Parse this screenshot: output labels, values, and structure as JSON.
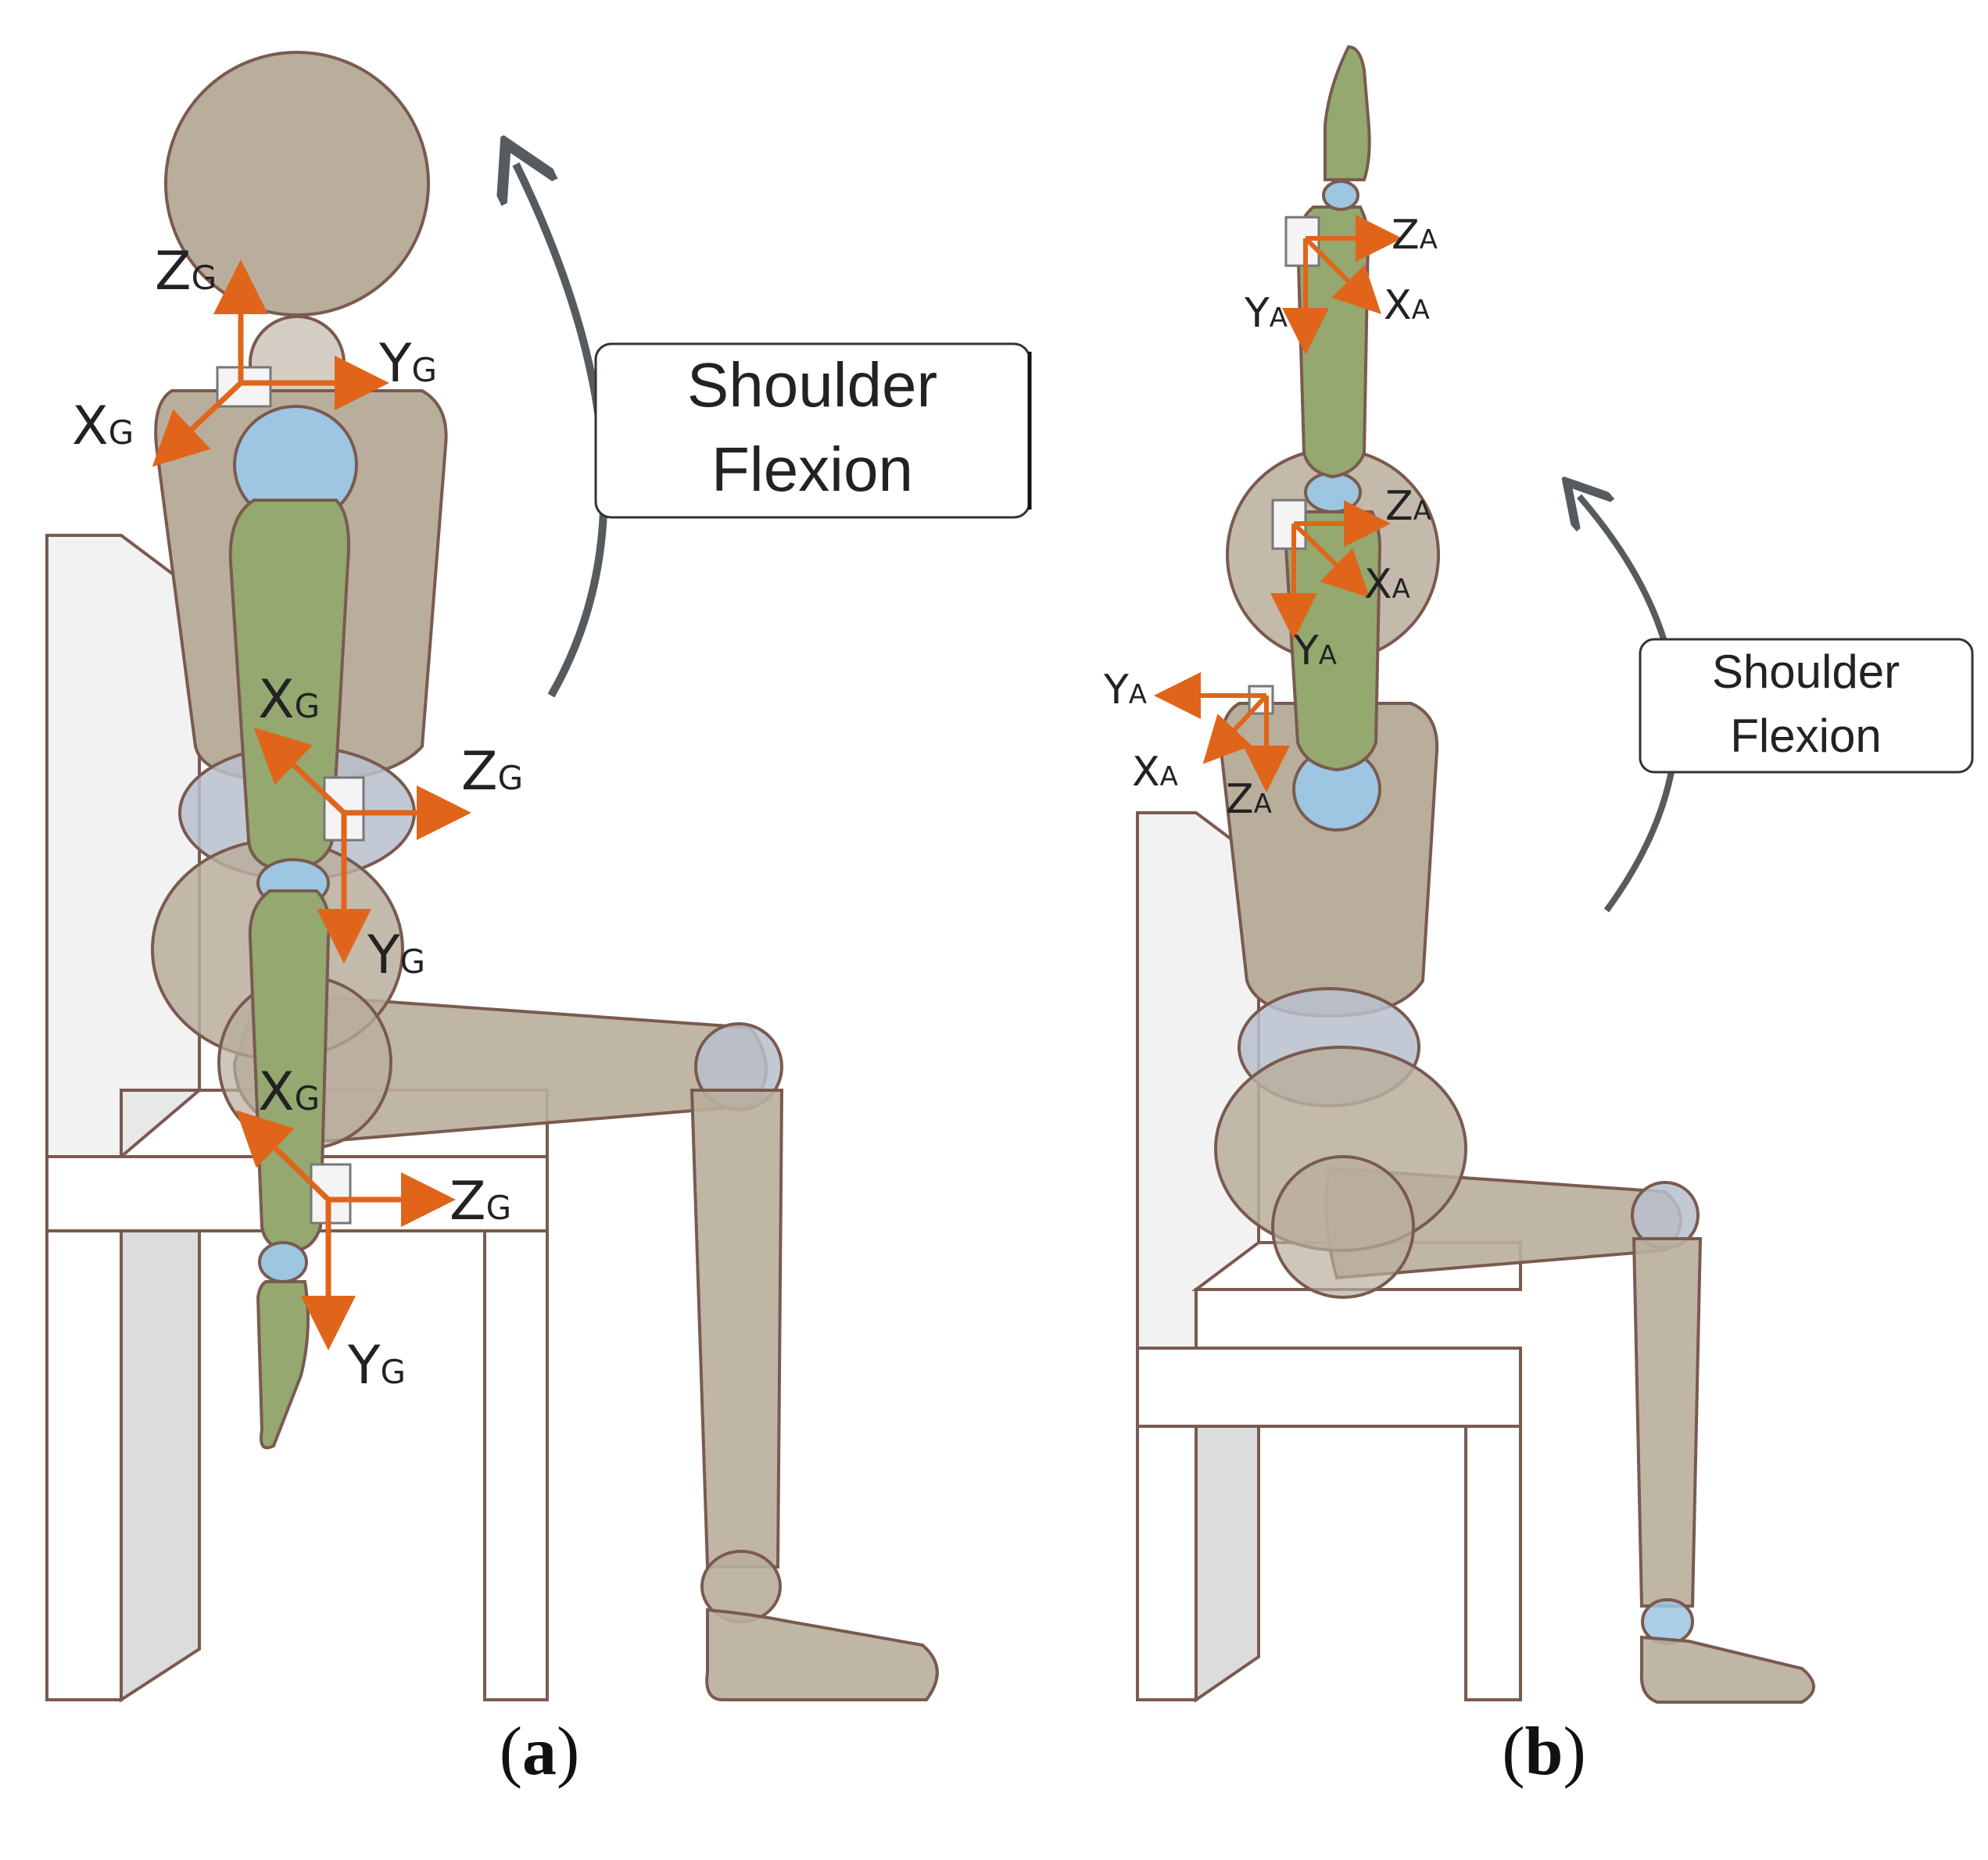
{
  "panel_a": {
    "caption_letter": "a",
    "flexion_label_line1": "Shoulder",
    "flexion_label_line2": "Flexion",
    "axes": {
      "sensor_neck": {
        "z": "Z",
        "y": "Y",
        "x": "X",
        "sub": "G"
      },
      "sensor_upper": {
        "z": "Z",
        "y": "Y",
        "x": "X",
        "sub": "G"
      },
      "sensor_forearm": {
        "z": "Z",
        "y": "Y",
        "x": "X",
        "sub": "G"
      }
    }
  },
  "panel_b": {
    "caption_letter": "b",
    "flexion_label_line1": "Shoulder",
    "flexion_label_line2": "Flexion",
    "axes": {
      "sensor_hand": {
        "z": "Z",
        "y": "Y",
        "x": "X",
        "sub": "A"
      },
      "sensor_elbow": {
        "z": "Z",
        "y": "Y",
        "x": "X",
        "sub": "A"
      },
      "sensor_shoulder": {
        "z": "Z",
        "y": "Y",
        "x": "X",
        "sub": "A"
      }
    }
  },
  "colors": {
    "body": "#b9ae9c",
    "limb": "#94a870",
    "joint": "#9cc6e2",
    "axis_arrow": "#e0651a",
    "outline": "#7a5a50",
    "rotation_arrow": "#555b5e"
  }
}
